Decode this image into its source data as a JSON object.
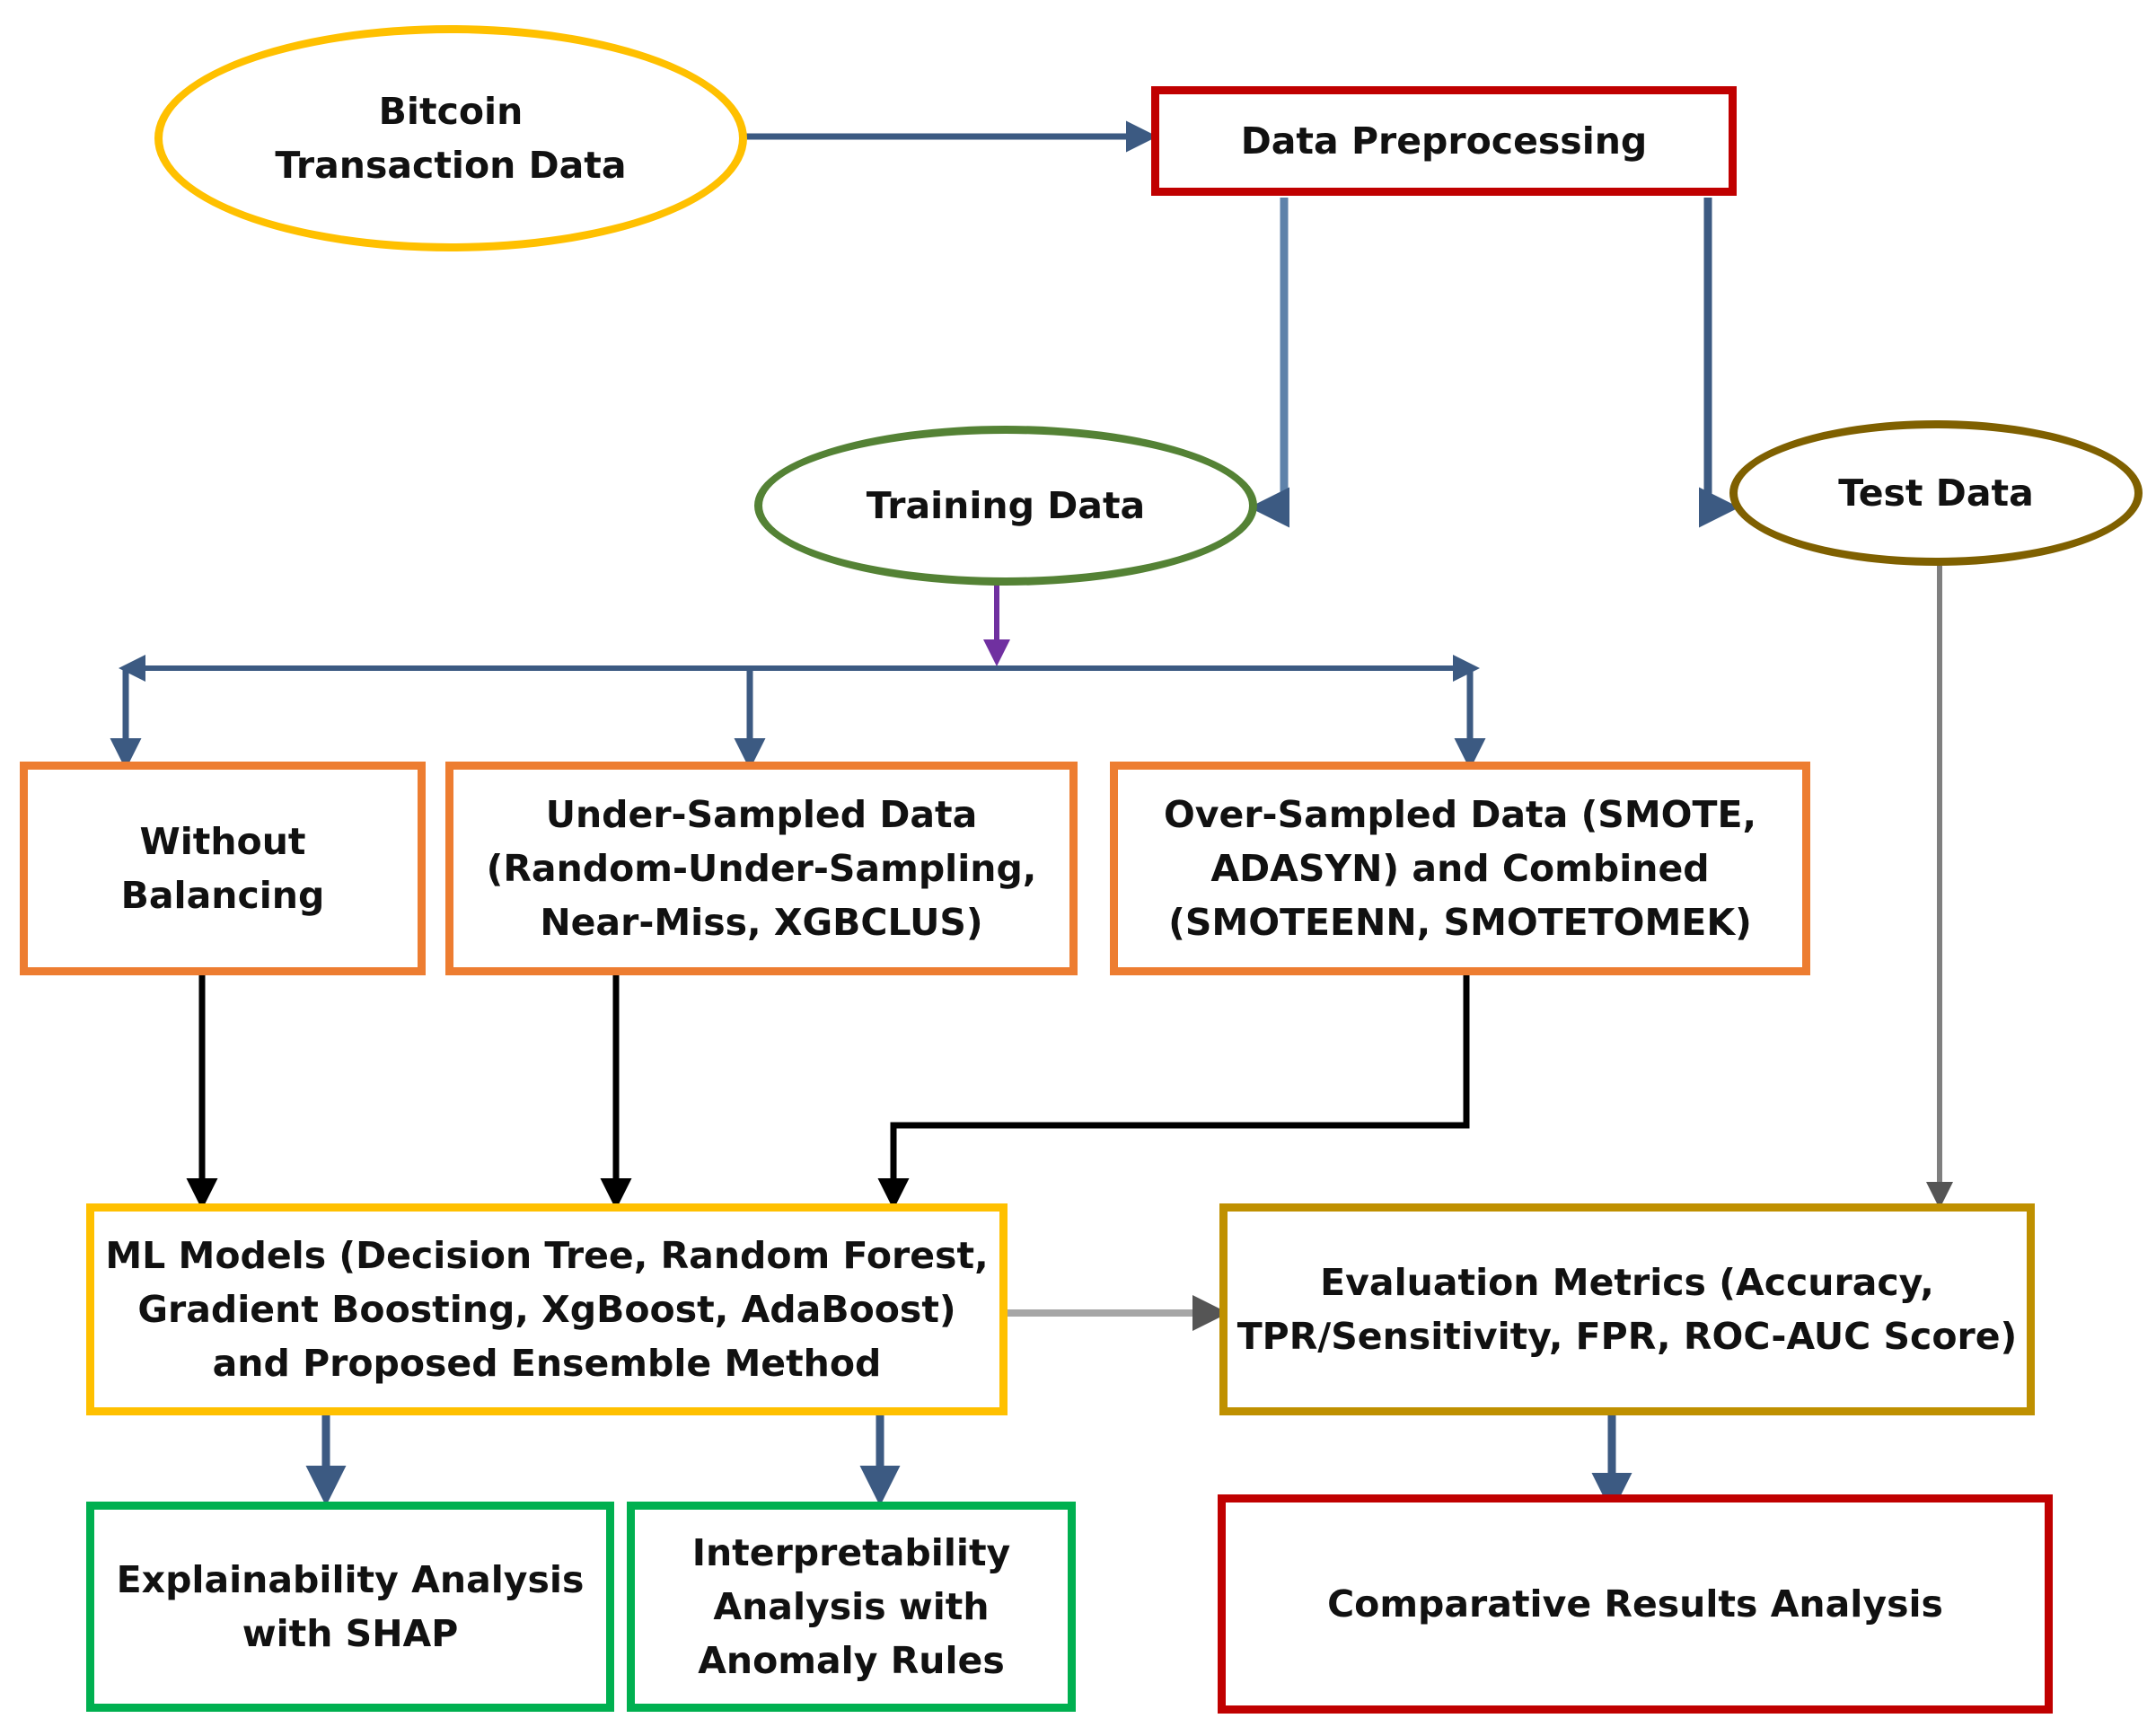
{
  "colors": {
    "source_ellipse": "#FFC000",
    "training_ellipse": "#548235",
    "test_ellipse": "#7F6000",
    "preprocessing_box": "#C00000",
    "balancing_boxes": "#ED7D31",
    "models_box": "#FFC000",
    "evaluation_box": "#BF9000",
    "analysis_boxes": "#00B050",
    "comparative_box": "#C00000",
    "arrow_blue": "#3C5A82",
    "arrow_black": "#000000",
    "arrow_gray": "#7F7F7F",
    "arrow_purple": "#7030A0"
  },
  "nodes": {
    "bitcoin_data": "Bitcoin\nTransaction Data",
    "data_preprocessing": "Data Preprocessing",
    "training_data": "Training Data",
    "test_data": "Test Data",
    "without_balancing": "Without\nBalancing",
    "under_sampled": "Under-Sampled Data\n(Random-Under-Sampling,\nNear-Miss, XGBCLUS)",
    "over_sampled": "Over-Sampled Data (SMOTE,\nADASYN) and Combined\n(SMOTEENN, SMOTETOMEK)",
    "ml_models": "ML Models (Decision Tree, Random Forest,\nGradient Boosting, XgBoost, AdaBoost)\nand Proposed Ensemble Method",
    "evaluation_metrics": "Evaluation Metrics (Accuracy,\nTPR/Sensitivity, FPR, ROC-AUC Score)",
    "explainability": "Explainability Analysis\nwith SHAP",
    "interpretability": "Interpretability\nAnalysis with\nAnomaly Rules",
    "comparative": "Comparative Results Analysis"
  }
}
